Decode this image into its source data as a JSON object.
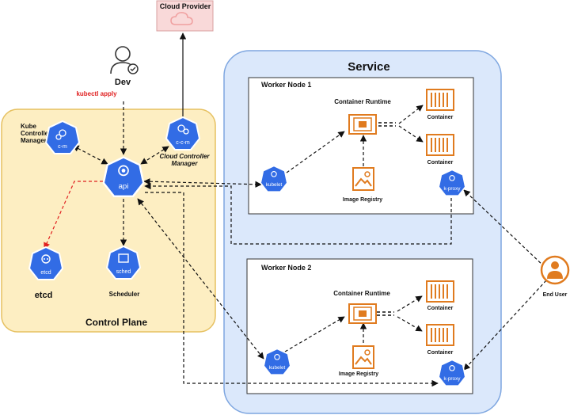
{
  "cloud_provider": {
    "label": "Cloud Provider"
  },
  "dev": {
    "label": "Dev",
    "command": "kubectl apply"
  },
  "control_plane": {
    "title": "Control Plane",
    "kube_controller_manager": {
      "label_line1": "Kube",
      "label_line2": "Controller",
      "label_line3": "Manager",
      "icon_text": "c-m"
    },
    "cloud_controller_manager": {
      "icon_text": "c-c-m",
      "label_line1": "Cloud Controller",
      "label_line2": "Manager"
    },
    "api": {
      "icon_text": "api"
    },
    "etcd": {
      "icon_text": "etcd",
      "label": "etcd"
    },
    "scheduler": {
      "icon_text": "sched",
      "label": "Scheduler"
    }
  },
  "service": {
    "title": "Service",
    "worker_node_1": {
      "title": "Worker Node 1",
      "runtime_label": "Container Runtime",
      "container_1": "Container",
      "container_2": "Container",
      "registry_label": "Image Registry",
      "kubelet_text": "kubelet",
      "kproxy_text": "k-proxy"
    },
    "worker_node_2": {
      "title": "Worker Node 2",
      "runtime_label": "Container Runtime",
      "container_1": "Container",
      "container_2": "Container",
      "registry_label": "Image Registry",
      "kubelet_text": "kubelet",
      "kproxy_text": "k-proxy"
    }
  },
  "end_user": {
    "label": "End User"
  },
  "colors": {
    "k8s_blue": "#326ce5",
    "control_plane_fill": "#fdeec2",
    "control_plane_stroke": "#e6c060",
    "service_fill": "#dbe8fb",
    "service_stroke": "#7ea6e0",
    "orange": "#e07b1f",
    "cloud_fill": "#f9d9d9",
    "red_arrow": "#e02020"
  }
}
